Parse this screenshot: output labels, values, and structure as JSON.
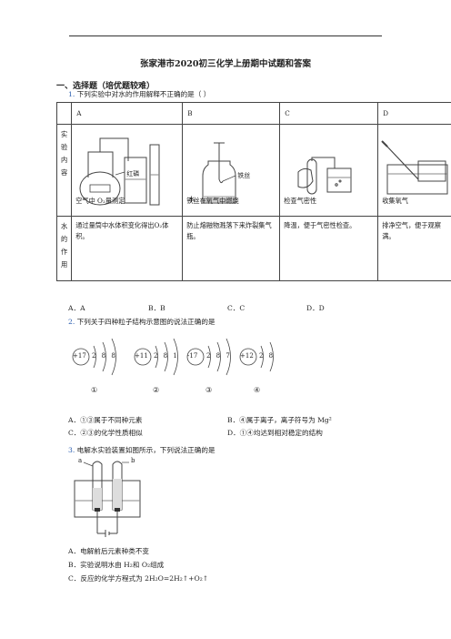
{
  "doc": {
    "title": "张家港市2020初三化学上册期中试题和答案",
    "section": "一、选择题（培优题较难）"
  },
  "q1": {
    "num": "1.",
    "stem": "下列实验中对水的作用解释不正确的是（    ）",
    "headers": [
      "A",
      "B",
      "C",
      "D"
    ],
    "row1_label": [
      "实",
      "验",
      "内",
      "容"
    ],
    "row2_label": [
      "水",
      "的",
      "作",
      "用"
    ],
    "captions": [
      "空气中 O₂量测定",
      "铁丝在氧气中燃烧",
      "检查气密性",
      "收集氧气"
    ],
    "figure_labels": {
      "a_red_p": "红磷",
      "b_iron": "铁丝",
      "b_water": "水"
    },
    "effects": [
      "通过量筒中水体积变化得出O₂体积。",
      "防止熔融物溅落下来炸裂集气瓶。",
      "降温，便于气密性检查。",
      "排净空气，便于观察满。"
    ],
    "options": [
      "A．A",
      "B．B",
      "C．C",
      "D．D"
    ]
  },
  "q2": {
    "num": "2.",
    "stem": "下列关于四种粒子结构示意图的说法正确的是",
    "particles": [
      {
        "nucleus": "+17",
        "shells": "2 8 8",
        "label": "①"
      },
      {
        "nucleus": "+11",
        "shells": "2 8 1",
        "label": "②"
      },
      {
        "nucleus": "-17",
        "shells": "2 8 7",
        "label": "③"
      },
      {
        "nucleus": "+12",
        "shells": "2 8",
        "label": "④"
      }
    ],
    "options": [
      "A．①③属于不同种元素",
      "B．④属于离子，离子符号为 Mg²",
      "C．②③的化学性质相似",
      "D．①④均达到相对稳定的结构"
    ]
  },
  "q3": {
    "num": "3.",
    "stem": "电解水实验装置如图所示，下列说法正确的是",
    "figure_labels": {
      "a": "a",
      "b": "b"
    },
    "options": [
      "A．电解前后元素种类不变",
      "B．实验说明水由 H₂和 O₂组成",
      "C．反应的化学方程式为 2H₂O=2H₂↑+O₂↑"
    ]
  }
}
